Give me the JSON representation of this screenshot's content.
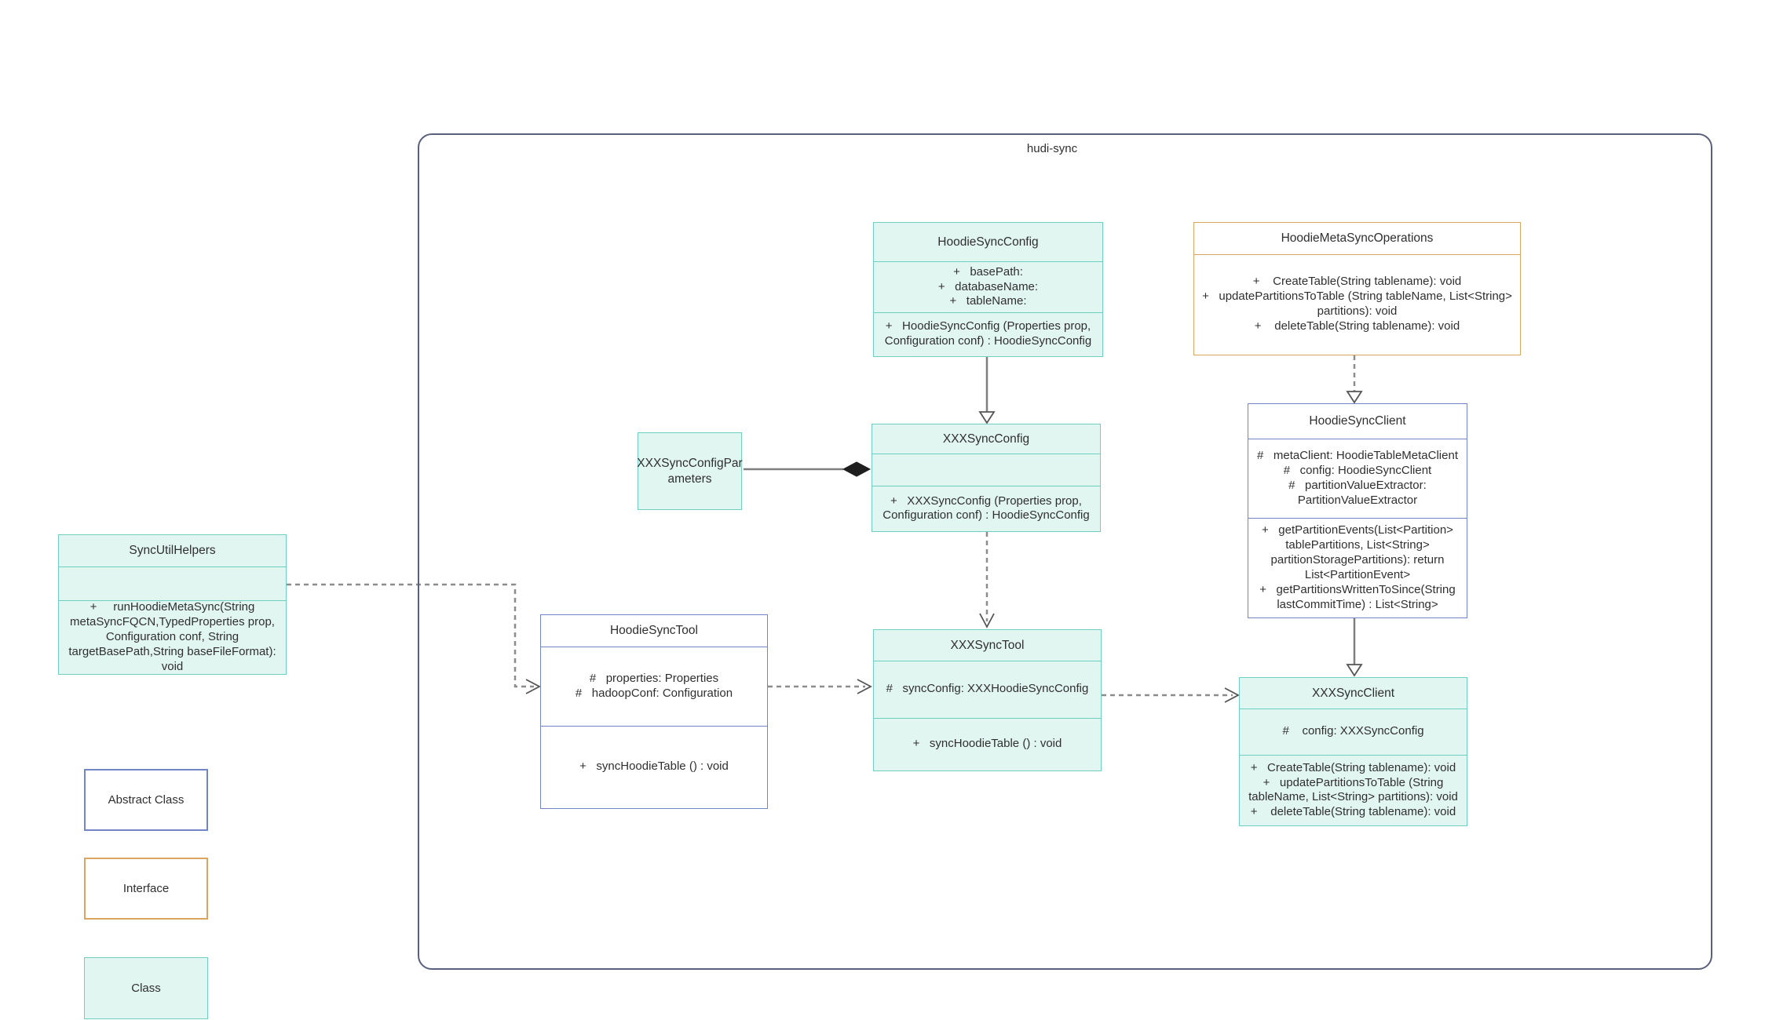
{
  "diagram": {
    "container_label": "hudi-sync"
  },
  "colors": {
    "class_fill": "#e2f6f1",
    "class_border": "#6fcfc0",
    "abstract_border": "#7286c5",
    "interface_border": "#d9a55f",
    "container_border": "#59607c",
    "line": "#7f7f7f",
    "line_dashed": "#8c8c8c",
    "text": "#2f2f2f"
  },
  "classes": {
    "hoodie_sync_config": {
      "title": "HoodieSyncConfig",
      "attributes": [
        "+   basePath:",
        "+   databaseName:",
        "+   tableName:"
      ],
      "methods": [
        "+   HoodieSyncConfig (Properties prop,\nConfiguration conf) : HoodieSyncConfig"
      ]
    },
    "hoodie_meta_sync_operations": {
      "title": "HoodieMetaSyncOperations",
      "methods": [
        "+    CreateTable(String tablename): void",
        "+   updatePartitionsToTable (String tableName, List<String>\npartitions): void",
        "+    deleteTable(String tablename): void"
      ]
    },
    "xxx_sync_config_parameters": {
      "title": "XXXSyncConfigPar\nameters"
    },
    "xxx_sync_config": {
      "title": "XXXSyncConfig",
      "methods": [
        "+   XXXSyncConfig (Properties prop,\nConfiguration conf) : HoodieSyncConfig"
      ]
    },
    "hoodie_sync_client": {
      "title": "HoodieSyncClient",
      "attributes": [
        "#   metaClient: HoodieTableMetaClient",
        "#   config: HoodieSyncClient",
        "#   partitionValueExtractor:\nPartitionValueExtractor"
      ],
      "methods": [
        "+   getPartitionEvents(List<Partition>\ntablePartitions, List<String>\npartitionStoragePartitions): return\nList<PartitionEvent>",
        "+   getPartitionsWrittenToSince(String\nlastCommitTime) : List<String>"
      ]
    },
    "sync_util_helpers": {
      "title": "SyncUtilHelpers",
      "methods": [
        "+     runHoodieMetaSync(String\nmetaSyncFQCN,TypedProperties prop,\nConfiguration conf, String\ntargetBasePath,String baseFileFormat): void"
      ]
    },
    "hoodie_sync_tool": {
      "title": "HoodieSyncTool",
      "attributes": [
        "#   properties: Properties",
        "#   hadoopConf: Configuration"
      ],
      "methods": [
        "+   syncHoodieTable () : void"
      ]
    },
    "xxx_sync_tool": {
      "title": "XXXSyncTool",
      "attributes": [
        "#   syncConfig: XXXHoodieSyncConfig"
      ],
      "methods": [
        "+   syncHoodieTable () : void"
      ]
    },
    "xxx_sync_client": {
      "title": "XXXSyncClient",
      "attributes": [
        "#    config: XXXSyncConfig"
      ],
      "methods": [
        "+   CreateTable(String tablename): void",
        "+   updatePartitionsToTable (String\ntableName, List<String> partitions): void",
        "+    deleteTable(String tablename): void"
      ]
    }
  },
  "legend": {
    "abstract_label": "Abstract Class",
    "interface_label": "Interface",
    "class_label": "Class"
  }
}
